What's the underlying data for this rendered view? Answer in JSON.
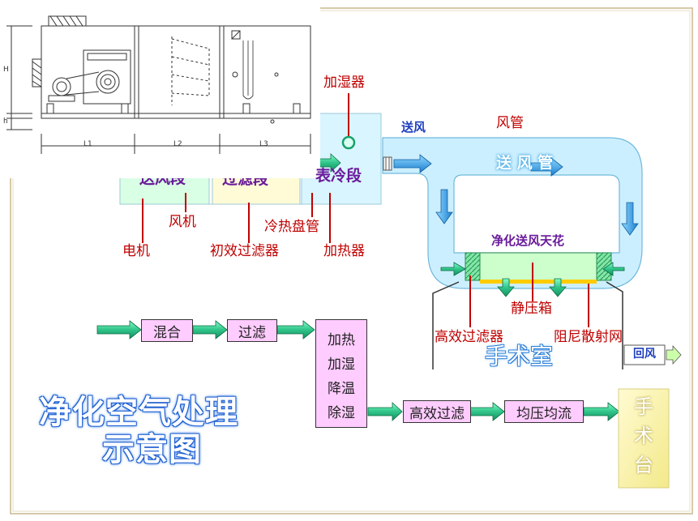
{
  "ahu": {
    "dims": {
      "h": "H",
      "h1": "h",
      "l1": "L1",
      "l2": "L2",
      "l3": "L3"
    },
    "sections": {
      "fan_section": "送风段",
      "filter_section": "过滤段",
      "coil_section": "表冷段"
    }
  },
  "labels": {
    "humidifier": "加湿器",
    "supply_air": "送风",
    "duct": "风管",
    "supply_duct": "送 风 管",
    "fan": "风机",
    "coil": "冷热盘管",
    "motor": "电机",
    "primary_filter": "初效过滤器",
    "heater": "加热器",
    "ceiling": "净化送风天花",
    "plenum": "静压箱",
    "hepa": "高效过滤器",
    "damper_net": "阻尼散射网",
    "operating_room": "手术室",
    "return_air": "回风"
  },
  "flow": {
    "mix": "混合",
    "filter": "过滤",
    "treat": [
      "加热",
      "加湿",
      "降温",
      "除湿"
    ],
    "hepa_filter": "高效过滤",
    "equalize": "均压均流",
    "operating_table": [
      "手",
      "术",
      "台"
    ]
  },
  "title": [
    "净化空气处理",
    "示意图"
  ],
  "colors": {
    "arrow_fill": "#29c48e",
    "duct_fill": "#ccefff",
    "box_fill": "#ffccff",
    "accent_red": "#c00000",
    "title_blue": "#1f5fd0",
    "table_yellow": "#fff7b3"
  }
}
